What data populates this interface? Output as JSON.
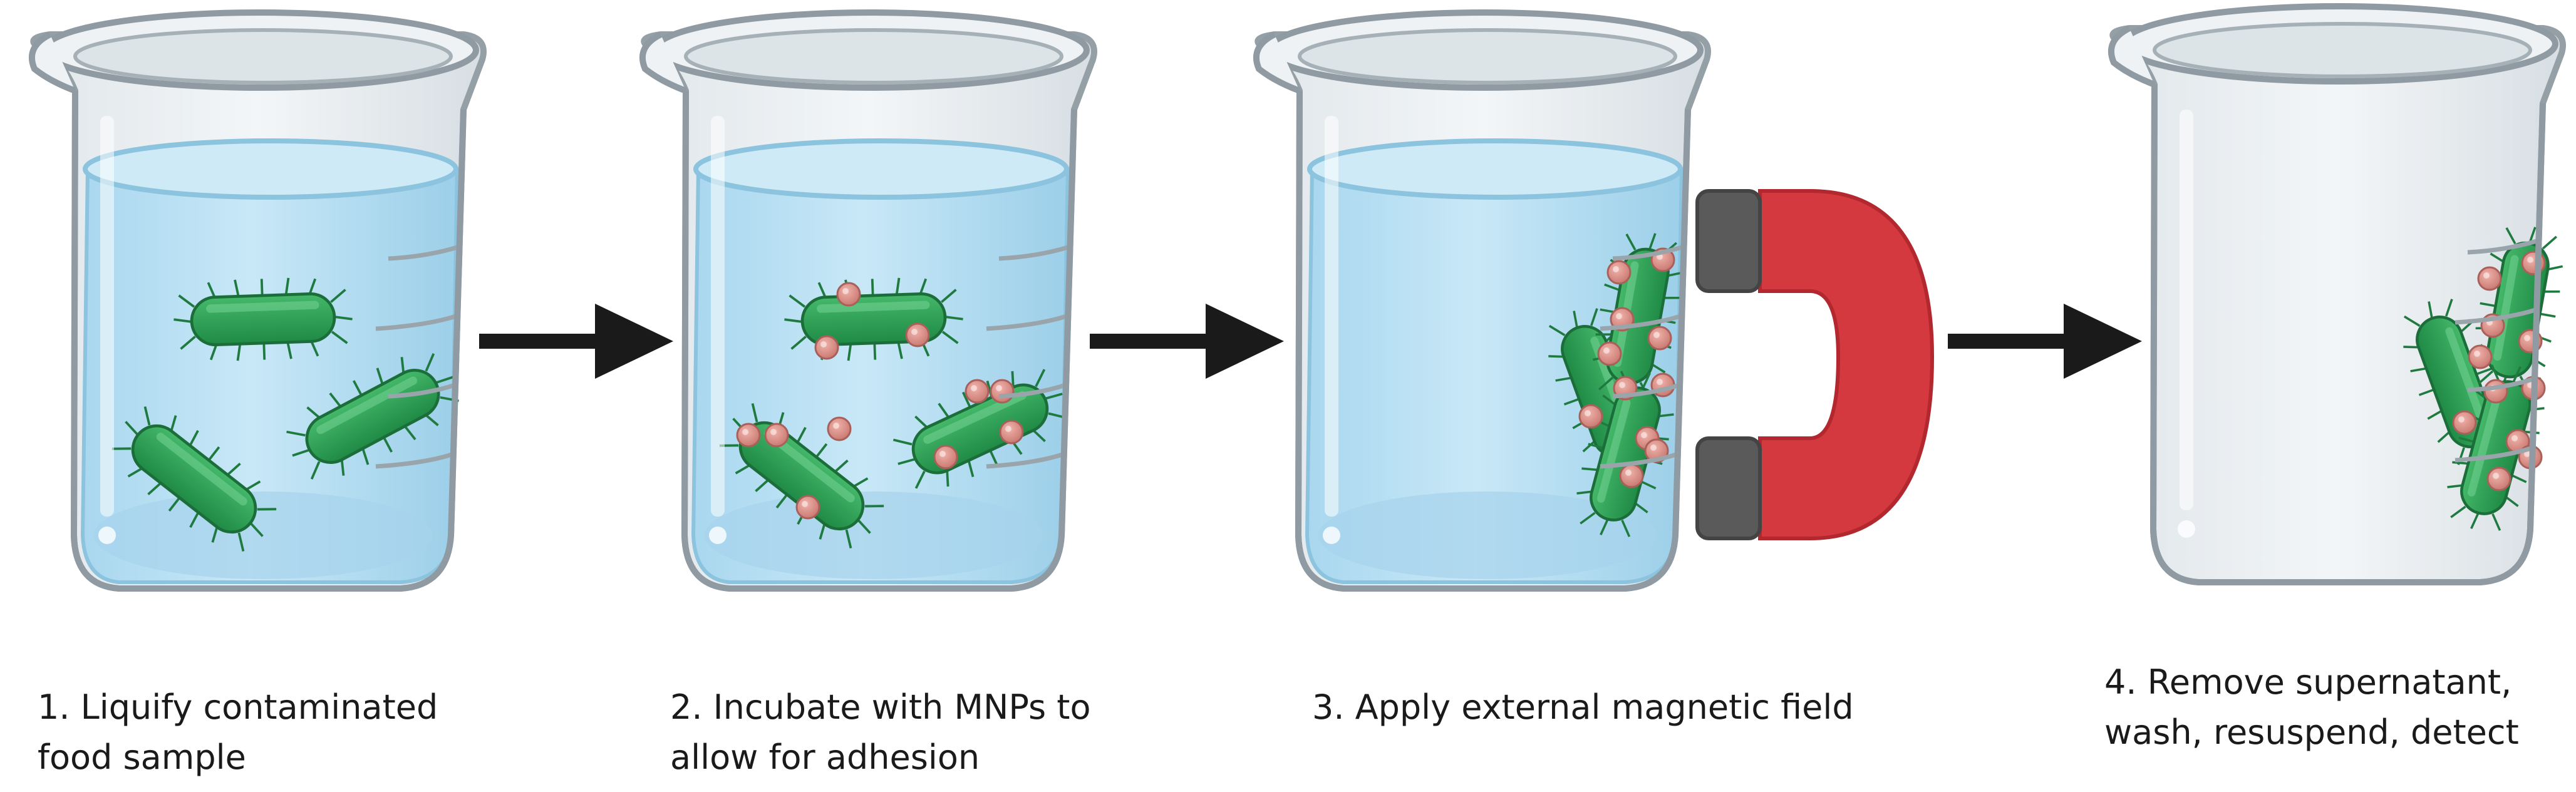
{
  "steps": [
    {
      "number": "1.",
      "line1": "1. Liquify contaminated",
      "line2": "food sample"
    },
    {
      "number": "2.",
      "line1": "2. Incubate with MNPs to",
      "line2": "allow for adhesion"
    },
    {
      "number": "3.",
      "line1": "3. Apply external magnetic field",
      "line2": ""
    },
    {
      "number": "4.",
      "line1": "4. Remove supernatant,",
      "line2": "wash, resuspend, detect"
    }
  ],
  "colors": {
    "glass_outline": "#9aa4ab",
    "glass_fill": "#e9eef1",
    "liquid": "#bfe2f3",
    "liquid_dark": "#a8d6ee",
    "bacteria": "#2e9e55",
    "bacteria_dark": "#1f7a40",
    "mnp": "#d98a82",
    "arrow": "#1a1a1a",
    "magnet_red": "#d3393f",
    "magnet_gray": "#5a5a5a"
  },
  "icons": [
    "beaker-icon",
    "bacterium-icon",
    "magnetic-nanoparticle-icon",
    "arrow-right-icon",
    "horseshoe-magnet-icon"
  ]
}
